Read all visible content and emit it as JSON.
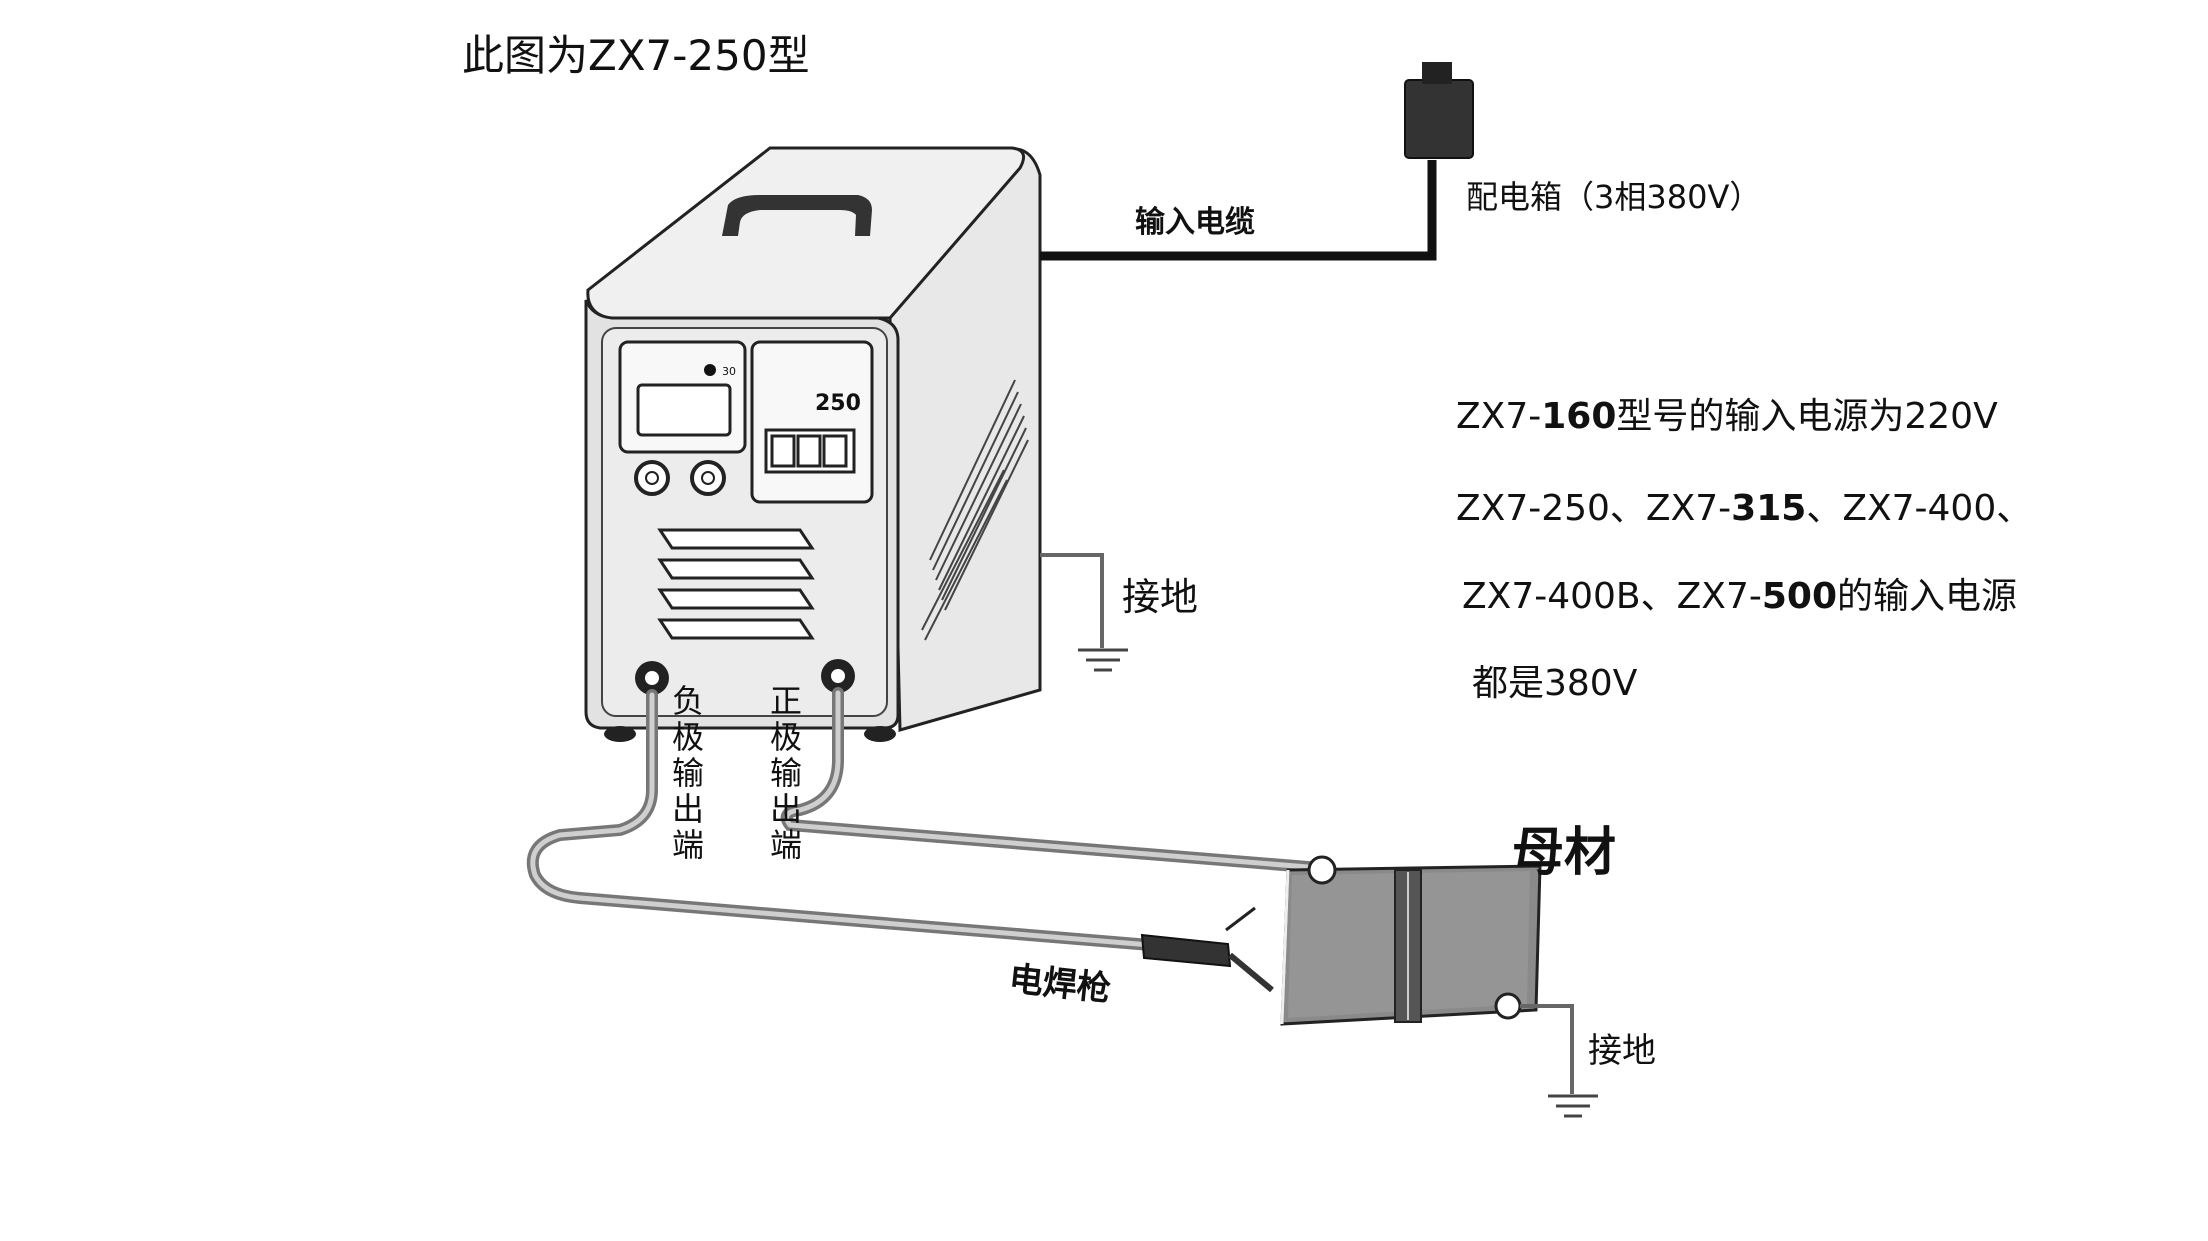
{
  "title": "此图为ZX7-250型",
  "machine": {
    "model_badge": "250",
    "indicator_text": "30"
  },
  "labels": {
    "input_cable": "输入电缆",
    "power_box": "配电箱（3相380V）",
    "ground_machine": "接地",
    "negative_output": [
      "负",
      "极",
      "输",
      "出",
      "端"
    ],
    "positive_output": [
      "正",
      "极",
      "输",
      "出",
      "端"
    ],
    "base_material": "母材",
    "welding_torch": "电焊枪",
    "ground_workpiece": "接地"
  },
  "notes": {
    "line1_prefix": "ZX7-",
    "line1_bold": "160",
    "line1_suffix": "型号的输入电源为220V",
    "line2_a": "ZX7-250、ZX7-",
    "line2_bold": "315",
    "line2_b": "、ZX7-400、",
    "line3_a": "ZX7-400B、ZX7-",
    "line3_bold": "500",
    "line3_b": "的输入电源",
    "line4": "都是380V"
  }
}
